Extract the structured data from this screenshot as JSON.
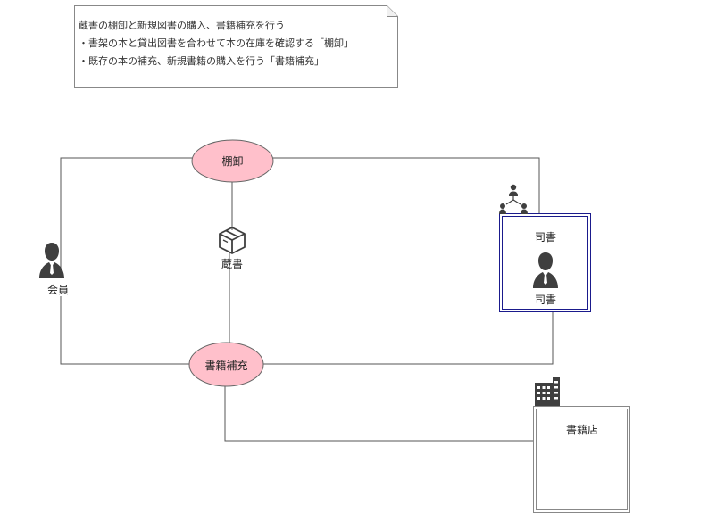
{
  "note": {
    "lines": [
      "蔵書の棚卸と新規図書の購入、書籍補充を行う",
      "・書架の本と貸出図書を合わせて本の在庫を確認する「棚卸」",
      "・既存の本の補充、新規書籍の購入を行う「書籍補充」"
    ]
  },
  "processes": {
    "tanaoroshi": "棚卸",
    "hojuu": "書籍補充"
  },
  "actors": {
    "member": "会員",
    "librarian_group": "司書",
    "librarian": "司書"
  },
  "objects": {
    "collection": "蔵書",
    "bookstore": "書籍店"
  },
  "colors": {
    "process_fill": "#ffc0cb",
    "line": "#555555",
    "icon": "#3f3f3f",
    "group_border": "#1a1a8c"
  },
  "icons": {
    "member": "person-suit-icon",
    "librarian": "person-suit-icon",
    "team": "team-icon",
    "box": "package-icon",
    "building": "building-icon"
  }
}
